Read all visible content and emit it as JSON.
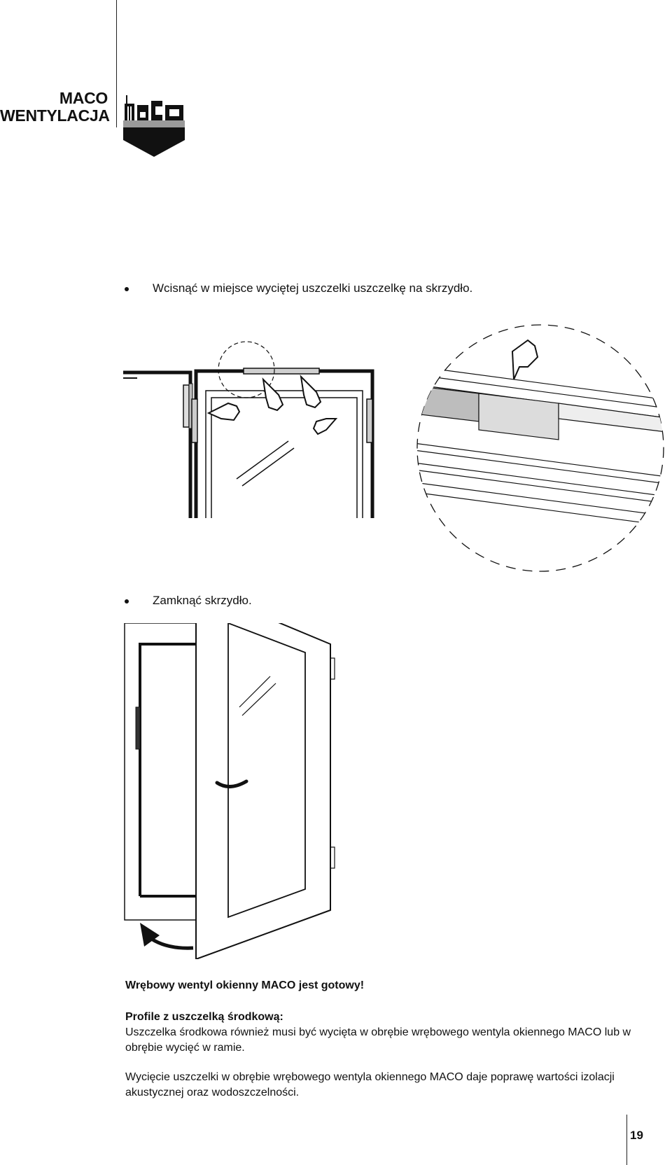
{
  "header": {
    "brand_line1": "MACO",
    "brand_line2": "WENTYLACJA",
    "logo_icon": "maco-logo-icon"
  },
  "steps": [
    {
      "text": "Wcisnąć w miejsce wyciętej uszczelki uszczelkę na skrzydło."
    },
    {
      "text": "Zamknąć skrzydło."
    }
  ],
  "ready_text": "Wrębowy wentyl okienny MACO jest gotowy!",
  "profiles": {
    "subtitle": "Profile z uszczelką środkową:",
    "body": "Uszczelka środkowa również musi być wycięta w obrębie wrębowego wentyla okiennego MACO lub w obrębie wycięć w ramie."
  },
  "extra_text": "Wycięcie uszczelki w obrębie wrębowego wentyla okiennego MACO daje poprawę wartości izolacji akustycznej oraz wodoszczelności.",
  "page_number": "19",
  "colors": {
    "text": "#111111",
    "logo_grey": "#9a9a9a",
    "seal_grey": "#c8c8c8"
  },
  "icons": [
    "pointing-hand-icon",
    "curved-arrow-icon",
    "maco-logo-icon"
  ]
}
